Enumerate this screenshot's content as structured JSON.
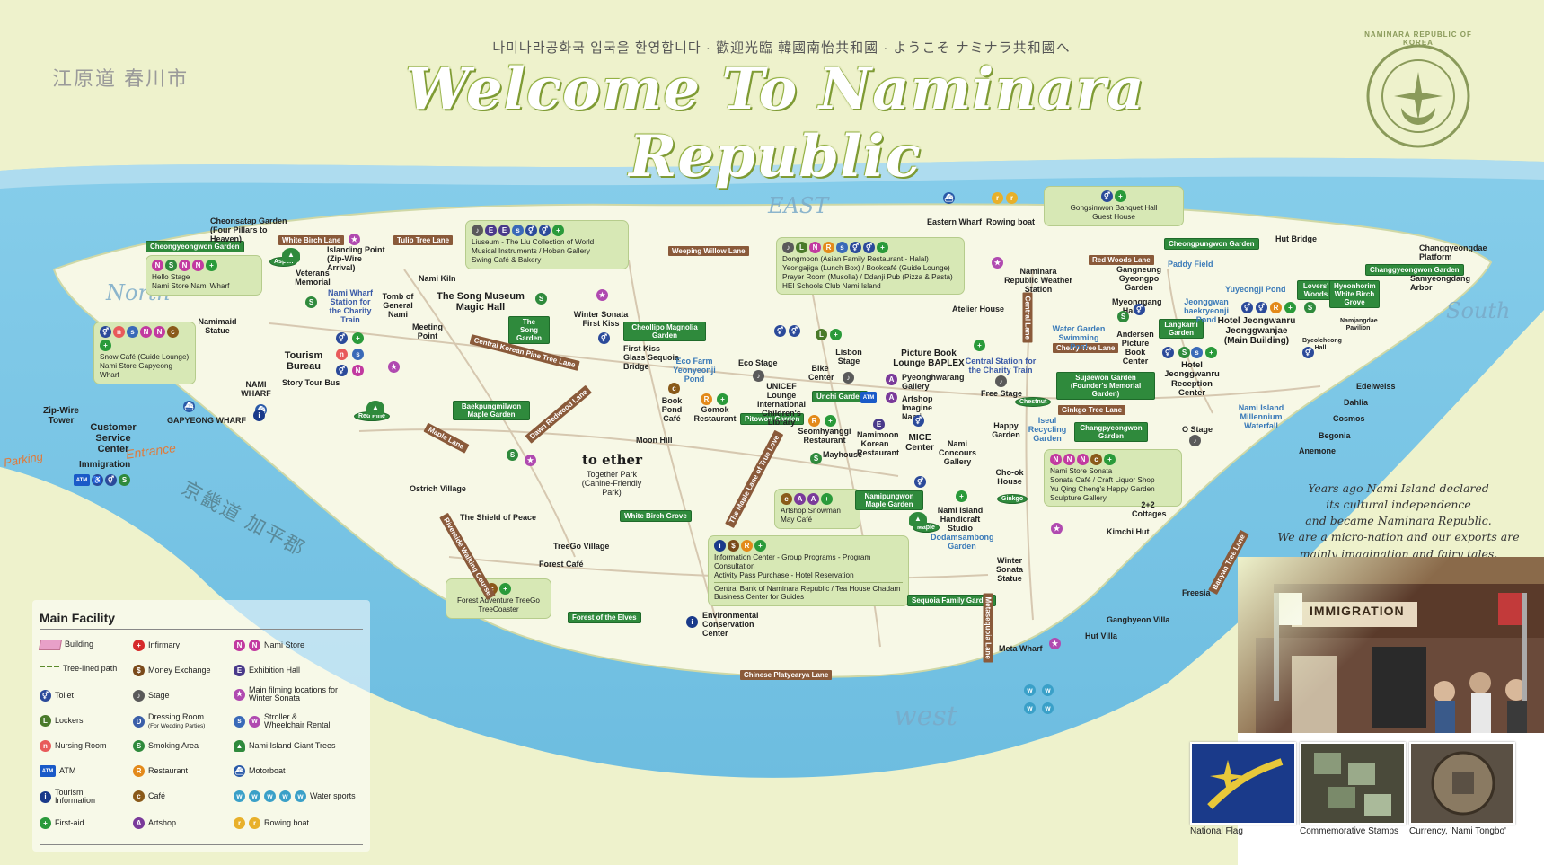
{
  "header": {
    "subtitle": "나미나라공화국 입국을 환영합니다 · 歡迎光臨 韓國南怡共和國 · ようこそ ナミナラ共和國へ",
    "title": "Welcome To Naminara Republic",
    "city_label": "江原道 春川市",
    "county_label": "京畿道 加平郡",
    "seal_text": "NAMINARA REPUBLIC OF KOREA"
  },
  "compass": {
    "east": "EAST",
    "west": "west",
    "north": "North",
    "south": "South"
  },
  "colors": {
    "green_tag": "#2f8a3c",
    "brown_tag": "#8a5a3a",
    "infobox": "#d7e8b5",
    "river": "#7fc8e6",
    "island": "#f6f7e2"
  },
  "wharf_side": {
    "zipwire": "Zip-Wire Tower",
    "service": "Customer Service Center",
    "entrance": "Entrance",
    "parking": "Parking",
    "immigration": "Immigration",
    "gapyeong_wharf": "GAPYEONG WHARF",
    "nami_wharf": "NAMI WHARF"
  },
  "info_boxes": {
    "hello_stage": {
      "lines": [
        "Hello Stage",
        "Nami Store Nami Wharf"
      ],
      "icons": [
        "store",
        "smoke",
        "store",
        "store",
        "first"
      ]
    },
    "snow_cafe": {
      "lines": [
        "Snow Café (Guide Lounge)",
        "Nami Store Gapyeong Wharf"
      ],
      "icons": [
        "toilet",
        "nurse",
        "stroll",
        "store",
        "store",
        "cafe",
        "first"
      ]
    },
    "liuseum": {
      "lines": [
        "Liuseum - The Liu Collection of World",
        "Musical Instruments / Hoban Gallery",
        "Swing Café & Bakery"
      ],
      "icons": [
        "stage",
        "exhib",
        "exhib",
        "stroll",
        "toilet",
        "toilet",
        "first"
      ]
    },
    "dongmoon": {
      "lines": [
        "Dongmoon (Asian Family Restaurant - Halal)",
        "Yeongajiga (Lunch Box) / Bookcafé (Guide Lounge)",
        "Prayer Room (Musolla) / Ddanji Pub (Pizza & Pasta)",
        "HEI Schools Club Nami Island"
      ],
      "icons": [
        "stage",
        "lock",
        "store",
        "rest",
        "stroll",
        "toilet",
        "toilet",
        "first"
      ]
    },
    "gongsimwon": {
      "lines": [
        "Gongsimwon Banquet Hall",
        "Guest House"
      ],
      "icons": [
        "toilet",
        "first"
      ]
    },
    "nami_store_sonata": {
      "lines": [
        "Nami Store Sonata",
        "Sonata Café / Craft Liquor Shop",
        "Yu Qing Cheng's Happy Garden",
        "Sculpture Gallery"
      ],
      "icons": [
        "store",
        "store",
        "store",
        "cafe",
        "first"
      ]
    },
    "artshop_snowman": {
      "lines": [
        "Artshop Snowman",
        "May Café"
      ],
      "icons": [
        "cafe",
        "art",
        "art",
        "first"
      ]
    },
    "info_center": {
      "lines": [
        "Information Center - Group Programs - Program Consultation",
        "Activity Pass Purchase - Hotel Reservation",
        "Central Bank of Naminara Republic / Tea House Chadam",
        "Business Center for Guides"
      ],
      "icons": [
        "info",
        "money",
        "rest",
        "first"
      ]
    },
    "forest_adventure": {
      "lines": [
        "Forest Adventure TreeGo",
        "TreeCoaster"
      ],
      "icons": [
        "cafe",
        "first"
      ]
    }
  },
  "green_tags": [
    "Cheongyeongwon Garden",
    "The Song Garden",
    "Cheollipo Magnolia Garden",
    "Baekpungmilwon Maple Garden",
    "Pitowon Garden",
    "Unchi Garden",
    "Namipungwon Maple Garden",
    "White Birch Grove",
    "Forest of the Elves",
    "Sujaewon Garden (Founder's Memorial Garden)",
    "Changpyeongwon Garden",
    "Cheongpungwon Garden",
    "Changgyeongwon Garden",
    "Lovers' Woods",
    "Hyeonhorim White Birch Grove",
    "Langkami Garden",
    "Sequoia Family Garden",
    "Aspen",
    "Red Pine",
    "Chestnut",
    "Ginkgo",
    "Maple"
  ],
  "brown_tags": [
    "White Birch Lane",
    "Tulip Tree Lane",
    "Weeping Willow Lane",
    "Central Korean Pine Tree Lane",
    "Maple Lane",
    "Dawn Redwood Lane",
    "Cherry Tree Lane",
    "Ginkgo Tree Lane",
    "Red Woods Lane",
    "Metasequoia Lane",
    "Chinese Platycarya Lane",
    "The Maple Lane of True Love",
    "Riverside Walking Course",
    "Central Lane",
    "Banyan Tree Lane"
  ],
  "places": {
    "cheonsatap": "Cheonsatap Garden (Four Pillars to Heaven)",
    "islanding": "Islanding Point (Zip-Wire Arrival)",
    "veterans": "Veterans Memorial",
    "nami_wharf_station": "Nami Wharf Station for the Charity Train",
    "nami_kiln": "Nami Kiln",
    "tomb": "Tomb of General Nami",
    "namimaid": "Namimaid Statue",
    "meeting_point": "Meeting Point",
    "tourism_bureau": "Tourism Bureau",
    "story_tour_bus": "Story Tour Bus",
    "song_museum": "The Song Museum Magic Hall",
    "winter_sonata_kiss": "Winter Sonata First Kiss",
    "first_kiss_bridge": "First Kiss Glass Sequoia Bridge",
    "eco_farm": "Eco Farm Yeonyeonji Pond",
    "eco_stage": "Eco Stage",
    "bike_center": "Bike Center",
    "lisbon_stage": "Lisbon Stage",
    "unicef": "UNICEF Lounge International Children's Library",
    "book_pond": "Book Pond Café",
    "gomok": "Gomok Restaurant",
    "picture_book": "Picture Book Lounge BAPLEX",
    "pyeonghwarang": "Pyeonghwarang Gallery",
    "artshop_imagine": "Artshop Imagine Nami",
    "eastern_wharf": "Eastern Wharf",
    "rowing_boat": "Rowing boat",
    "naminara_station": "Naminara Republic Weather Station",
    "atelier": "Atelier House",
    "central_station": "Central Station for the Charity Train",
    "free_stage": "Free Stage",
    "water_garden": "Water Garden Swimming Pool",
    "gangneung": "Gangneung Gyeongpo Garden",
    "myeonggang": "Myeonggang Hall",
    "paddy": "Paddy Field",
    "hut_bridge": "Hut Bridge",
    "yuyeongji": "Yuyeongji Pond",
    "jeonggwan": "Jeonggwan baekryeonji Pond",
    "andersen": "Andersen Picture Book Center",
    "hotel_main": "Hotel Jeongwanru Jeonggwanjae (Main Building)",
    "hotel_rec": "Hotel Jeonggwanru Reception Center",
    "changgyeongdae": "Changgyeongdae Platform",
    "samyeongdang": "Samyeongdang Arbor",
    "namjangdae": "Namjangdae Pavilion",
    "byeolcheong": "Byeolcheong Hall",
    "millennium": "Nami Island Millennium Waterfall",
    "edelweiss": "Edelweiss",
    "dahlia": "Dahlia",
    "cosmos": "Cosmos",
    "begonia": "Begonia",
    "anemone": "Anemone",
    "o_stage": "O Stage",
    "happy_garden": "Happy Garden",
    "iseul": "Iseul Recycling Garden",
    "seomhyanggi": "Seomhyanggi Restaurant",
    "namimoon": "Namimoon Korean Restaurant",
    "mayhouse": "Mayhouse",
    "mice": "MICE Center",
    "nami_concours": "Nami Concours Gallery",
    "chok_house": "Cho-ok House",
    "handicraft": "Nami Island Handicraft Studio",
    "dodamsambong": "Dodamsambong Garden",
    "winter_sonata_statue": "Winter Sonata Statue",
    "kimchi_hut": "Kimchi Hut",
    "two_cottages": "2+2 Cottages",
    "freesia": "Freesia",
    "gangbyeon": "Gangbyeon Villa",
    "hut_villa": "Hut Villa",
    "meta_wharf": "Meta Wharf",
    "env_center": "Environmental Conservation Center",
    "moon_hill": "Moon Hill",
    "together_park": "Together Park (Canine-Friendly Park)",
    "together_logo": "to ether",
    "ostrich": "Ostrich Village",
    "shield": "The Shield of Peace",
    "treego": "TreeGo Village",
    "forest_cafe": "Forest Café"
  },
  "legend": {
    "title": "Main Facility",
    "items": [
      {
        "label": "Building",
        "icon": "building"
      },
      {
        "label": "Tree-lined path",
        "icon": "path"
      },
      {
        "label": "Toilet",
        "icon": "toilet"
      },
      {
        "label": "Lockers",
        "icon": "lock"
      },
      {
        "label": "Nursing Room",
        "icon": "nurse"
      },
      {
        "label": "ATM",
        "icon": "atm"
      },
      {
        "label": "Tourism Information",
        "icon": "info"
      },
      {
        "label": "First-aid",
        "icon": "first"
      },
      {
        "label": "Infirmary",
        "icon": "infirm"
      },
      {
        "label": "Money Exchange",
        "icon": "money"
      },
      {
        "label": "Stage",
        "icon": "stage"
      },
      {
        "label": "Dressing Room",
        "sub": "(For Wedding Parties)",
        "icon": "dress"
      },
      {
        "label": "Smoking Area",
        "icon": "smoke"
      },
      {
        "label": "Restaurant",
        "icon": "rest"
      },
      {
        "label": "Café",
        "icon": "cafe"
      },
      {
        "label": "Artshop",
        "icon": "art"
      },
      {
        "label": "Nami Store",
        "icon": "store"
      },
      {
        "label": "Exhibition Hall",
        "icon": "exhib"
      },
      {
        "label": "Main filming locations for Winter Sonata",
        "icon": "film"
      },
      {
        "label": "Stroller & Wheelchair Rental",
        "icon": "stroll"
      },
      {
        "label": "Nami Island Giant Trees",
        "icon": "tree"
      },
      {
        "label": "Motorboat",
        "icon": "motor"
      },
      {
        "label": "Water sports",
        "icon": "water"
      },
      {
        "label": "Rowing boat",
        "icon": "row"
      }
    ]
  },
  "declaration": [
    "Years ago Nami Island declared",
    "its cultural independence",
    "and became Naminara Republic.",
    "We are a micro-nation and our exports are",
    "mainly imagination and fairy tales."
  ],
  "photo": {
    "sign": "IMMIGRATION"
  },
  "thumbnails": [
    {
      "caption": "National Flag"
    },
    {
      "caption": "Commemorative Stamps"
    },
    {
      "caption": "Currency, 'Nami Tongbo'"
    }
  ]
}
